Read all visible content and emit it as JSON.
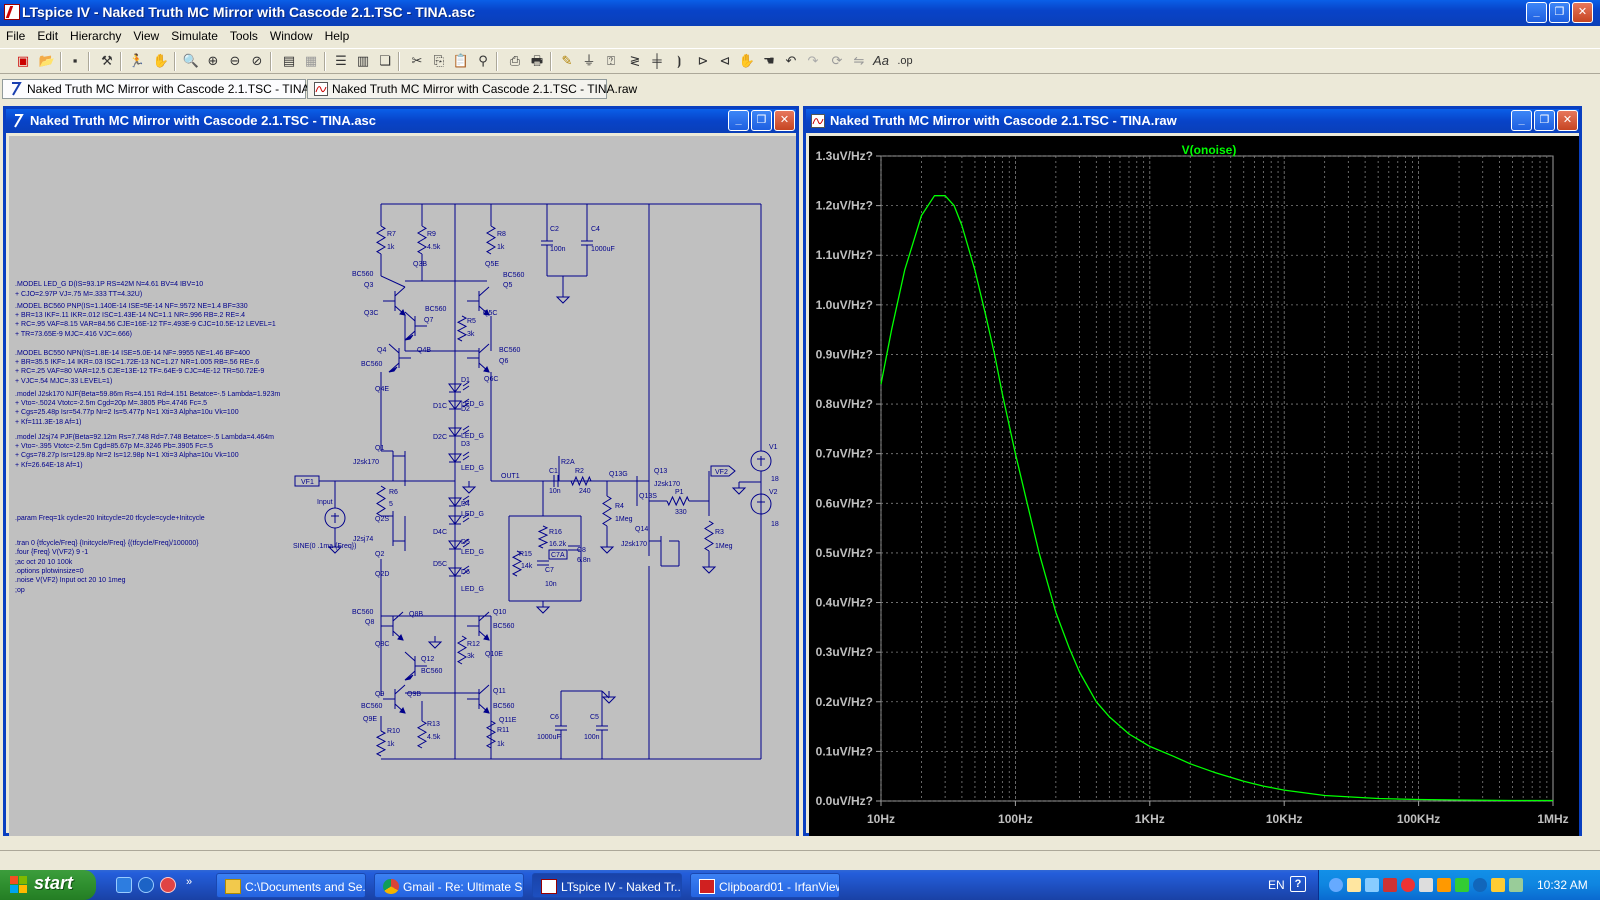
{
  "window": {
    "title": "LTspice IV - Naked Truth MC Mirror with Cascode 2.1.TSC - TINA.asc"
  },
  "menu": [
    "File",
    "Edit",
    "Hierarchy",
    "View",
    "Simulate",
    "Tools",
    "Window",
    "Help"
  ],
  "tabs": [
    {
      "label": "Naked Truth MC Mirror with Cascode 2.1.TSC - TINA.asc"
    },
    {
      "label": "Naked Truth MC Mirror with Cascode 2.1.TSC - TINA.raw"
    }
  ],
  "schematic_window": {
    "title": "Naked Truth MC Mirror with Cascode 2.1.TSC - TINA.asc",
    "directives": [
      ".MODEL LED_G D(IS=93.1P RS=42M N=4.61 BV=4 IBV=10",
      "+ CJO=2.97P VJ=.75 M=.333 TT=4.32U)",
      ".MODEL BC560 PNP(IS=1.140E-14 ISE=5E-14 NF=.9572 NE=1.4 BF=330",
      "+ BR=13 IKF=.11 IKR=.012 ISC=1.43E-14 NC=1.1 NR=.996 RB=.2 RE=.4",
      "+ RC=.95 VAF=8.15 VAR=84.56 CJE=16E-12 TF=.493E-9 CJC=10.5E-12 LEVEL=1",
      "+ TR=73.65E-9 MJC=.416 VJC=.666)",
      ".MODEL BC550 NPN(IS=1.8E-14 ISE=5.0E-14 NF=.9955 NE=1.46 BF=400",
      "+ BR=35.5 IKF=.14 IKR=.03 ISC=1.72E-13 NC=1.27 NR=1.005 RB=.56 RE=.6",
      "+ RC=.25 VAF=80 VAR=12.5 CJE=13E-12 TF=.64E-9 CJC=4E-12 TR=50.72E-9",
      "+ VJC=.54 MJC=.33 LEVEL=1)",
      ".model J2sk170 NJF(Beta=59.86m Rs=4.151 Rd=4.151 Betatce=-.5 Lambda=1.923m",
      "+ Vto=-.5024 Vtotc=-2.5m Cgd=20p M=.3805 Pb=.4746 Fc=.5",
      "+ Cgs=25.48p Isr=54.77p Nr=2 Is=5.477p N=1 Xti=3 Alpha=10u Vk=100",
      "+ Kf=111.3E-18 Af=1)",
      ".model J2sj74 PJF(Beta=92.12m Rs=7.748 Rd=7.748 Betatce=-.5 Lambda=4.464m",
      "+ Vto=-.395 Vtotc=-2.5m Cgd=85.67p M=.3246 Pb=.3905 Fc=.5",
      "+ Cgs=78.27p Isr=129.8p Nr=2 Is=12.98p N=1 Xti=3 Alpha=10u Vk=100",
      "+ Kf=26.64E-18 Af=1)",
      ".param Freq=1k cycle=20 Initcycle=20 tfcycle=cycle+Initcycle",
      ".tran 0 {tfcycle/Freq} {Initcycle/Freq} {(tfcycle/Freq)/100000}",
      ".four {Freq} V(VF2) 9 -1",
      ";ac oct 20 10 100k",
      ".options plotwinsize=0",
      ".noise V(VF2) Input oct 20 10 1meg",
      ";op"
    ],
    "labels": {
      "R7": "R7",
      "R7v": "1k",
      "R9": "R9",
      "R9v": "4.5k",
      "R8": "R8",
      "R8v": "1k",
      "C2": "C2",
      "C2v": "100n",
      "C4": "C4",
      "C4v": "1000uF",
      "Q3B": "Q3B",
      "Q5E": "Q5E",
      "BC560a": "BC560",
      "Q3": "Q3",
      "Q5": "Q5",
      "BC560b": "BC560",
      "Q3C": "Q3C",
      "BC560c": "BC560",
      "Q7": "Q7",
      "R5": "R5",
      "R5v": "3k",
      "Q5C": "Q5C",
      "Q4": "Q4",
      "Q4B": "Q4B",
      "BC560d": "BC560",
      "BC560e": "BC560",
      "Q6": "Q6",
      "Q4E": "Q4E",
      "Q6C": "Q6C",
      "D1": "D1",
      "D1C": "D1C",
      "D2": "D2",
      "D2C": "D2C",
      "D3": "D3",
      "LED1": "LED_G",
      "LED2": "LED_G",
      "LED3": "LED_G",
      "Q1": "Q1",
      "J2sk170a": "J2sk170",
      "VF1": "VF1",
      "R6": "R6",
      "R6v": "5",
      "Q2S": "Q2S",
      "Input": "Input",
      "SINE": "SINE(0 .1ma {Freq})",
      "J2sj74": "J2sj74",
      "Q2": "Q2",
      "Q2D": "Q2D",
      "D4": "D4",
      "D4C": "D4C",
      "D5": "D5",
      "D5C": "D5C",
      "D6": "D6",
      "LED4": "LED_G",
      "LED5": "LED_G",
      "LED6": "LED_G",
      "OUT1": "OUT1",
      "C1": "C1",
      "C1v": "10n",
      "R2": "R2",
      "R2v": "240",
      "R2A": "R2A",
      "Q13G": "Q13G",
      "R4": "R4",
      "R4v": "1Meg",
      "Q13": "Q13",
      "J2sk170b": "J2sk170",
      "Q13S": "Q13S",
      "P1": "P1",
      "P1v": "330",
      "Q14": "Q14",
      "J2sk170c": "J2sk170",
      "R3": "R3",
      "R3v": "1Meg",
      "VF2": "VF2",
      "V1": "V1",
      "V1v": "18",
      "V2": "V2",
      "V2v": "18",
      "R15": "R15",
      "R15v": "14k",
      "R16": "R16",
      "R16v": "16.2k",
      "C7": "C7",
      "C7v": "10n",
      "C7A": "C7A",
      "C8": "C8",
      "C8v": "6.8n",
      "C8b": "10n",
      "BC560f": "BC560",
      "Q8": "Q8",
      "Q8B": "Q8B",
      "Q10": "Q10",
      "BC560g": "BC560",
      "Q8C": "Q8C",
      "Q12": "Q12",
      "BC560h": "BC560",
      "R12": "R12",
      "R12v": "3k",
      "Q10E": "Q10E",
      "Q9": "Q9",
      "Q9B": "Q9B",
      "BC560i": "BC560",
      "Q9E": "Q9E",
      "Q11": "Q11",
      "BC560j": "BC560",
      "Q11E": "Q11E",
      "R10": "R10",
      "R10v": "1k",
      "R13": "R13",
      "R13v": "4.5k",
      "R11": "R11",
      "R11v": "1k",
      "C6": "C6",
      "C6v": "1000uF",
      "C5": "C5",
      "C5v": "100n"
    }
  },
  "plot_window": {
    "title": "Naked Truth MC Mirror with Cascode 2.1.TSC - TINA.raw",
    "trace_label": "V(onoise)",
    "trace_color": "#00ff00"
  },
  "chart_data": {
    "type": "line",
    "title": "",
    "xscale": "log",
    "xlim": [
      10,
      1000000
    ],
    "ylim": [
      0,
      1.3
    ],
    "xticks": [
      "10Hz",
      "100Hz",
      "1KHz",
      "10KHz",
      "100KHz",
      "1MHz"
    ],
    "yticks": [
      "0.0uV/Hz?",
      "0.1uV/Hz?",
      "0.2uV/Hz?",
      "0.3uV/Hz?",
      "0.4uV/Hz?",
      "0.5uV/Hz?",
      "0.6uV/Hz?",
      "0.7uV/Hz?",
      "0.8uV/Hz?",
      "0.9uV/Hz?",
      "1.0uV/Hz?",
      "1.1uV/Hz?",
      "1.2uV/Hz?",
      "1.3uV/Hz?"
    ],
    "series": [
      {
        "name": "V(onoise)",
        "x": [
          10,
          12,
          15,
          20,
          25,
          30,
          35,
          40,
          50,
          60,
          70,
          80,
          100,
          120,
          150,
          200,
          250,
          300,
          400,
          500,
          700,
          1000,
          1500,
          2000,
          3000,
          5000,
          7000,
          10000,
          20000,
          50000,
          100000,
          200000,
          500000,
          1000000
        ],
        "y": [
          0.84,
          0.95,
          1.07,
          1.18,
          1.22,
          1.22,
          1.2,
          1.16,
          1.07,
          0.98,
          0.9,
          0.82,
          0.7,
          0.61,
          0.5,
          0.38,
          0.31,
          0.26,
          0.2,
          0.17,
          0.135,
          0.11,
          0.09,
          0.075,
          0.058,
          0.04,
          0.03,
          0.022,
          0.011,
          0.005,
          0.003,
          0.002,
          0.001,
          0.001
        ]
      }
    ]
  },
  "taskbar": {
    "start": "start",
    "buttons": [
      {
        "label": "C:\\Documents and Se..."
      },
      {
        "label": "Gmail - Re: Ultimate S..."
      },
      {
        "label": "LTspice IV - Naked Tr..."
      },
      {
        "label": "Clipboard01 - IrfanView"
      }
    ],
    "lang": "EN",
    "clock": "10:32 AM"
  }
}
